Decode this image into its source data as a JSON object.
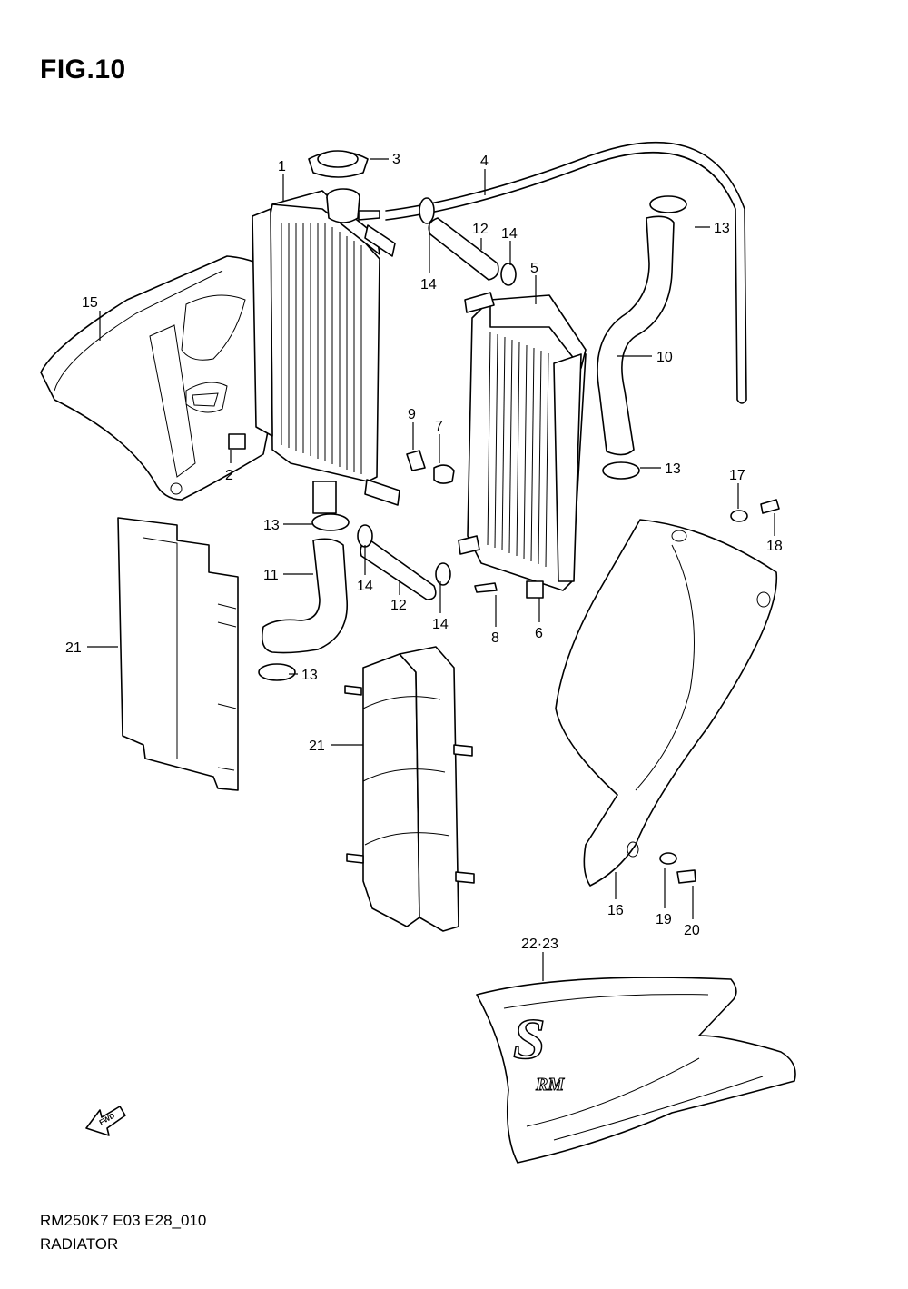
{
  "figure": {
    "title": "FIG.10",
    "code": "RM250K7 E03 E28_010",
    "name": "RADIATOR",
    "fwd_label": "FWD",
    "decal_letter": "S",
    "decal_text": "RM"
  },
  "callouts": [
    "1",
    "2",
    "3",
    "4",
    "5",
    "6",
    "7",
    "8",
    "9",
    "10",
    "11",
    "12",
    "12",
    "13",
    "13",
    "13",
    "13",
    "14",
    "14",
    "14",
    "14",
    "15",
    "16",
    "17",
    "18",
    "19",
    "20",
    "21",
    "21",
    "22·23"
  ]
}
